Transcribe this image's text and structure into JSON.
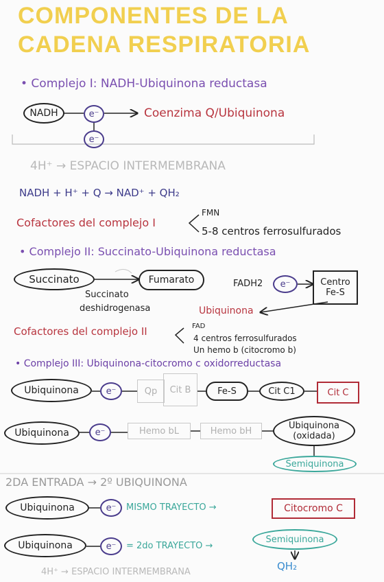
{
  "title": {
    "line1": "COMPONENTES DE LA",
    "line2": "CADENA RESPIRATORIA"
  },
  "complex1": {
    "heading": "• Complejo I: NADH-Ubiquinona reductasa",
    "nadh": "NADH",
    "electron": "e⁻",
    "electron2": "e⁻",
    "target": "Coenzima Q/Ubiquinona",
    "protons": "4H⁺ → ESPACIO INTERMEMBRANA",
    "equation": "NADH + H⁺ + Q → NAD⁺ + QH₂",
    "cofactors_label": "Cofactores del complejo I",
    "cofactor_a": "FMN",
    "cofactor_b": "5-8 centros ferrosulfurados"
  },
  "complex2": {
    "heading": "• Complejo II: Succinato-Ubiquinona reductasa",
    "succinato": "Succinato",
    "fumarato": "Fumarato",
    "enzyme_line1": "Succinato",
    "enzyme_line2": "deshidrogenasa",
    "fadh2": "FADH2",
    "electron": "e⁻",
    "centro_line1": "Centro",
    "centro_line2": "Fe-S",
    "ubiquinona": "Ubiquinona",
    "cofactors_label": "Cofactores del complejo II",
    "cofactor_a": "FAD",
    "cofactor_b": "4 centros ferrosulfurados",
    "cofactor_c": "Un hemo b (citocromo b)"
  },
  "complex3": {
    "heading": "• Complejo III: Ubiquinona-citocromo c oxidorreductasa",
    "row1": {
      "ubiquinona": "Ubiquinona",
      "electron": "e⁻",
      "qp": "Qp",
      "cytb": "Cit B",
      "fes": "Fe-S",
      "cytc1": "Cit C1",
      "cytc": "Cit C"
    },
    "row2": {
      "ubiquinona": "Ubiquinona",
      "electron": "e⁻",
      "hemobl": "Hemo bL",
      "hemobh": "Hemo bH",
      "oxidized_line1": "Ubiquinona",
      "oxidized_line2": "(oxidada)",
      "semiquinona": "Semiquinona"
    }
  },
  "second_entry": {
    "heading": "2DA ENTRADA → 2º UBIQUINONA",
    "row1": {
      "ubiquinona": "Ubiquinona",
      "electron": "e⁻",
      "path": "MISMO TRAYECTO →",
      "target": "Citocromo C"
    },
    "row2": {
      "ubiquinona": "Ubiquinona",
      "electron": "e⁻",
      "path": "= 2do TRAYECTO →",
      "target": "Semiquinona",
      "product": "QH₂"
    },
    "protons": "4H⁺ → ESPACIO INTERMEMBRANA"
  },
  "colors": {
    "title": "#f1cf4f",
    "heading": "#7a4fb0",
    "accent_red": "#b8353f",
    "teal": "#3aa79a",
    "blue": "#3a8ccf"
  }
}
